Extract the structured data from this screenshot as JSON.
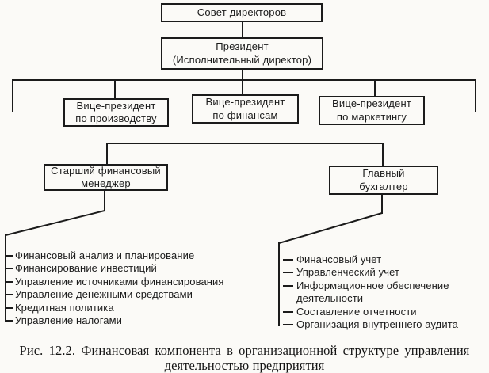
{
  "diagram": {
    "boxes": {
      "board": {
        "label": "Совет директоров"
      },
      "president": {
        "line1": "Президент",
        "line2": "(Исполнительный директор)"
      },
      "vp_production": {
        "line1": "Вице-президент",
        "line2": "по производству"
      },
      "vp_finance": {
        "line1": "Вице-президент",
        "line2": "по финансам"
      },
      "vp_marketing": {
        "line1": "Вице-президент",
        "line2": "по маркетингу"
      },
      "senior_financial_manager": {
        "line1": "Старший финансовый",
        "line2": "менеджер"
      },
      "chief_accountant": {
        "line1": "Главный",
        "line2": "бухгалтер"
      }
    },
    "lists": {
      "finance_manager_functions": [
        "Финансовый анализ и планирование",
        "Финансирование инвестиций",
        "Управление источниками финансирования",
        "Управление денежными средствами",
        "Кредитная политика",
        "Управление налогами"
      ],
      "accountant_functions": [
        "Финансовый учет",
        "Управленческий учет",
        "Информационное обеспечение деятельности",
        "Составление отчетности",
        "Организация внутреннего аудита"
      ]
    }
  },
  "caption": {
    "line1": "Рис. 12.2. Финансовая компонента в организационной структуре управления",
    "line2": "деятельностью предприятия"
  },
  "colors": {
    "ink": "#1b1b1b",
    "background": "#fbfaf7"
  }
}
